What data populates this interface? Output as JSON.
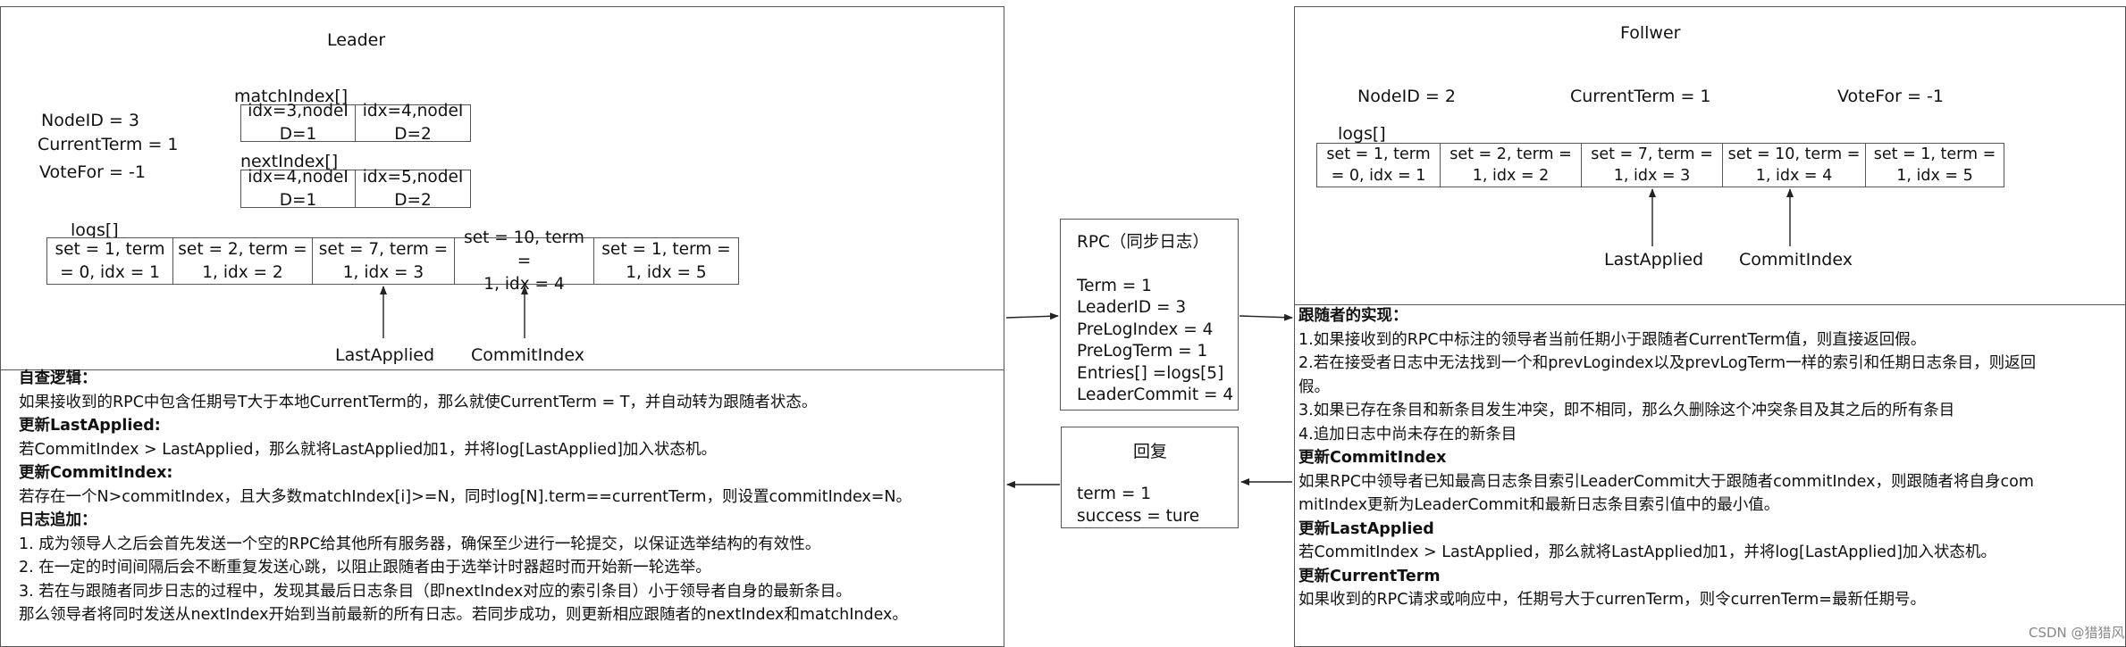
{
  "leader": {
    "title": "Leader",
    "node_id": "NodeID = 3",
    "current_term": "CurrentTerm = 1",
    "vote_for": "VoteFor = -1",
    "match_index": {
      "label": "matchIndex[]",
      "cells": [
        [
          "idx=3,nodeI",
          "D=1"
        ],
        [
          "idx=4,nodeI",
          "D=2"
        ]
      ]
    },
    "next_index": {
      "label": "nextIndex[]",
      "cells": [
        [
          "idx=4,nodeI",
          "D=1"
        ],
        [
          "idx=5,nodeI",
          "D=2"
        ]
      ]
    },
    "logs": {
      "label": "logs[]",
      "cells": [
        [
          "set = 1, term",
          "= 0, idx = 1"
        ],
        [
          "set = 2, term =",
          "1, idx = 2"
        ],
        [
          "set = 7, term =",
          "1, idx = 3"
        ],
        [
          "set = 10, term =",
          "1, idx = 4"
        ],
        [
          "set = 1, term =",
          "1, idx = 5"
        ]
      ]
    },
    "last_applied": "LastApplied",
    "commit_index": "CommitIndex",
    "desc": [
      {
        "type": "h",
        "text": "自查逻辑："
      },
      {
        "type": "p",
        "text": "如果接收到的RPC中包含任期号T大于本地CurrentTerm的，那么就使CurrentTerm = T，并自动转为跟随者状态。"
      },
      {
        "type": "h",
        "text": "更新LastApplied:"
      },
      {
        "type": "p",
        "text": "若CommitIndex > LastApplied，那么就将LastApplied加1，并将log[LastApplied]加入状态机。"
      },
      {
        "type": "h",
        "text": "更新CommitIndex:"
      },
      {
        "type": "p",
        "text": "若存在一个N>commitIndex，且大多数matchIndex[i]>=N，同时log[N].term==currentTerm，则设置commitIndex=N。"
      },
      {
        "type": "h",
        "text": "日志追加："
      },
      {
        "type": "p",
        "text": "1. 成为领导人之后会首先发送一个空的RPC给其他所有服务器，确保至少进行一轮提交，以保证选举结构的有效性。"
      },
      {
        "type": "p",
        "text": "2. 在一定的时间间隔后会不断重复发送心跳，以阻止跟随者由于选举计时器超时而开始新一轮选举。"
      },
      {
        "type": "p",
        "text": "3. 若在与跟随者同步日志的过程中，发现其最后日志条目（即nextIndex对应的索引条目）小于领导者自身的最新条目。"
      },
      {
        "type": "p",
        "text": "那么领导者将同时发送从nextIndex开始到当前最新的所有日志。若同步成功，则更新相应跟随者的nextIndex和matchIndex。"
      }
    ]
  },
  "rpc": {
    "title": "RPC（同步日志）",
    "lines": [
      "Term = 1",
      "LeaderID = 3",
      "PreLogIndex = 4",
      "PreLogTerm = 1",
      "Entries[] =logs[5]",
      "LeaderCommit = 4"
    ]
  },
  "reply": {
    "title": "回复",
    "lines": [
      "term = 1",
      "success = ture"
    ]
  },
  "follower": {
    "title": "Follwer",
    "node_id": "NodeID = 2",
    "current_term": "CurrentTerm = 1",
    "vote_for": "VoteFor = -1",
    "logs": {
      "label": "logs[]",
      "cells": [
        [
          "set = 1, term",
          "= 0, idx = 1"
        ],
        [
          "set = 2, term =",
          "1, idx = 2"
        ],
        [
          "set = 7, term =",
          "1, idx = 3"
        ],
        [
          "set = 10, term =",
          "1, idx = 4"
        ],
        [
          "set = 1, term =",
          "1, idx = 5"
        ]
      ]
    },
    "last_applied": "LastApplied",
    "commit_index": "CommitIndex",
    "desc": [
      {
        "type": "h",
        "text": "跟随者的实现："
      },
      {
        "type": "p",
        "text": "1.如果接收到的RPC中标注的领导者当前任期小于跟随者CurrentTerm值，则直接返回假。"
      },
      {
        "type": "p",
        "text": "2.若在接受者日志中无法找到一个和prevLogindex以及prevLogTerm一样的索引和任期日志条目，则返回"
      },
      {
        "type": "p",
        "text": "假。"
      },
      {
        "type": "p",
        "text": "3.如果已存在条目和新条目发生冲突，即不相同，那么久删除这个冲突条目及其之后的所有条目"
      },
      {
        "type": "p",
        "text": "4.追加日志中尚未存在的新条目"
      },
      {
        "type": "h",
        "text": "更新CommitIndex"
      },
      {
        "type": "p",
        "text": "如果RPC中领导者已知最高日志条目索引LeaderCommit大于跟随者commitIndex，则跟随者将自身com"
      },
      {
        "type": "p",
        "text": "mitIndex更新为LeaderCommit和最新日志条目索引值中的最小值。"
      },
      {
        "type": "h",
        "text": "更新LastApplied"
      },
      {
        "type": "p",
        "text": "若CommitIndex > LastApplied，那么就将LastApplied加1，并将log[LastApplied]加入状态机。"
      },
      {
        "type": "h",
        "text": "更新CurrentTerm"
      },
      {
        "type": "p",
        "text": "如果收到的RPC请求或响应中，任期号大于currenTerm，则令currenTerm=最新任期号。"
      }
    ]
  },
  "watermark": "CSDN @猎猎风中"
}
